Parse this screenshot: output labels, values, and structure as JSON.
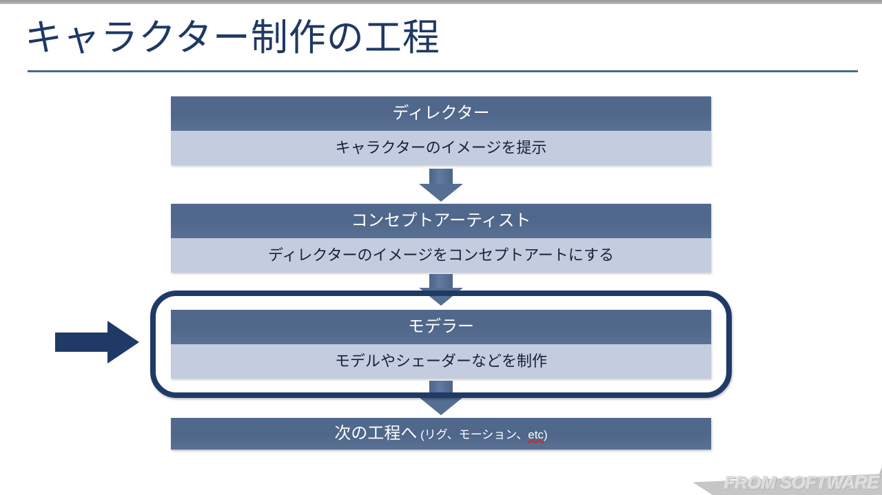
{
  "slide": {
    "title": "キャラクター制作の工程",
    "title_color": "#1f3864",
    "rule_color": "#44688f",
    "background": "#ffffff"
  },
  "theme": {
    "header_fill": "#526b8e",
    "body_fill": "#c3cddf",
    "header_text": "#ffffff",
    "body_text": "#17203a",
    "accent_navy": "#1f3a66",
    "connector_fill": "#556e91"
  },
  "flow": {
    "steps": [
      {
        "role": "ディレクター",
        "task": "キャラクターのイメージを提示"
      },
      {
        "role": "コンセプトアーティスト",
        "task": "ディレクターのイメージをコンセプトアートにする"
      },
      {
        "role": "モデラー",
        "task": "モデルやシェーダーなどを制作",
        "highlighted": true
      }
    ],
    "final": {
      "main": "次の工程へ",
      "detail_open": "(リグ、モーション、",
      "detail_misspelled": "etc",
      "detail_close": ")"
    },
    "connectors": [
      "down-arrow-1",
      "down-arrow-2",
      "down-arrow-3"
    ],
    "pointer": {
      "icon": "right-arrow",
      "points_to": "モデラー"
    }
  },
  "logo": {
    "text": "FROM SOFTWARE",
    "band_color": "#c6c6c6",
    "text_color": "#dcdcdc"
  }
}
